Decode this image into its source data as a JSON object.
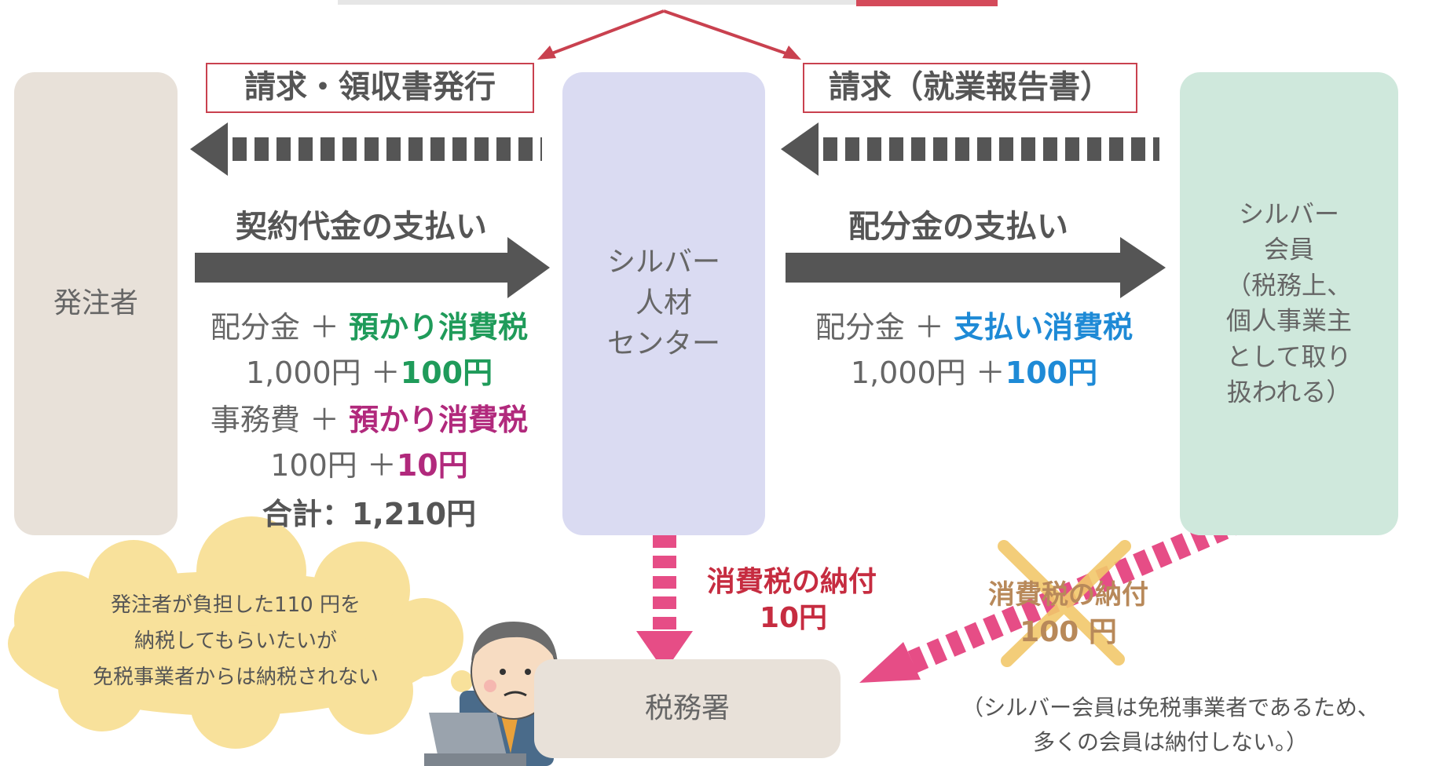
{
  "diagram": {
    "nodes": {
      "client": "発注者",
      "center": "シルバー\n人材\nセンター",
      "member": "シルバー\n会員\n（税務上、\n個人事業主\nとして取り\n扱われる）",
      "tax_office": "税務署"
    },
    "labels": {
      "invoice_left": "請求・領収書発行",
      "invoice_right": "請求（就業報告書）",
      "payment_left": "契約代金の支払い",
      "payment_right": "配分金の支払い"
    },
    "left_breakdown": {
      "line1_a": "配分金 ＋ ",
      "line1_b": "預かり消費税",
      "line2_a": "1,000円 ＋",
      "line2_b": "100円",
      "line3_a": "事務費 ＋ ",
      "line3_b": "預かり消費税",
      "line4_a": "100円 ＋",
      "line4_b": "10円",
      "total": "合計：1,210円"
    },
    "right_breakdown": {
      "line1_a": "配分金 ＋ ",
      "line1_b": "支払い消費税",
      "line2_a": "1,000円 ＋",
      "line2_b": "100円"
    },
    "tax_payment_center": {
      "title": "消費税の納付",
      "amount": "10円"
    },
    "tax_payment_member": {
      "title": "消費税の納付",
      "amount": "100 円"
    },
    "speech_bubble": "発注者が負担した110 円を\n納税してもらいたいが\n免税事業者からは納税されない",
    "note": "（シルバー会員は免税事業者であるため、\n多くの会員は納付しない。）",
    "colors": {
      "arrow": "#555555",
      "arrow_dashed_pink": "#e64d86",
      "cross": "#f2c86b",
      "tag_border": "#c9414f"
    }
  }
}
